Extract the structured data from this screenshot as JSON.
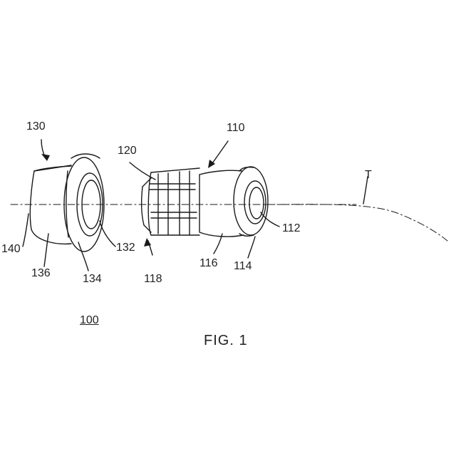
{
  "caption": "FIG. 1",
  "labels": {
    "assembly": "100",
    "part_110": "110",
    "part_112": "112",
    "part_114": "114",
    "part_116": "116",
    "part_118": "118",
    "part_120": "120",
    "part_130": "130",
    "part_132": "132",
    "part_134": "134",
    "part_136": "136",
    "part_140": "140",
    "tube": "T"
  },
  "colors": {
    "line": "#1a1a1a",
    "paper": "#ffffff"
  }
}
